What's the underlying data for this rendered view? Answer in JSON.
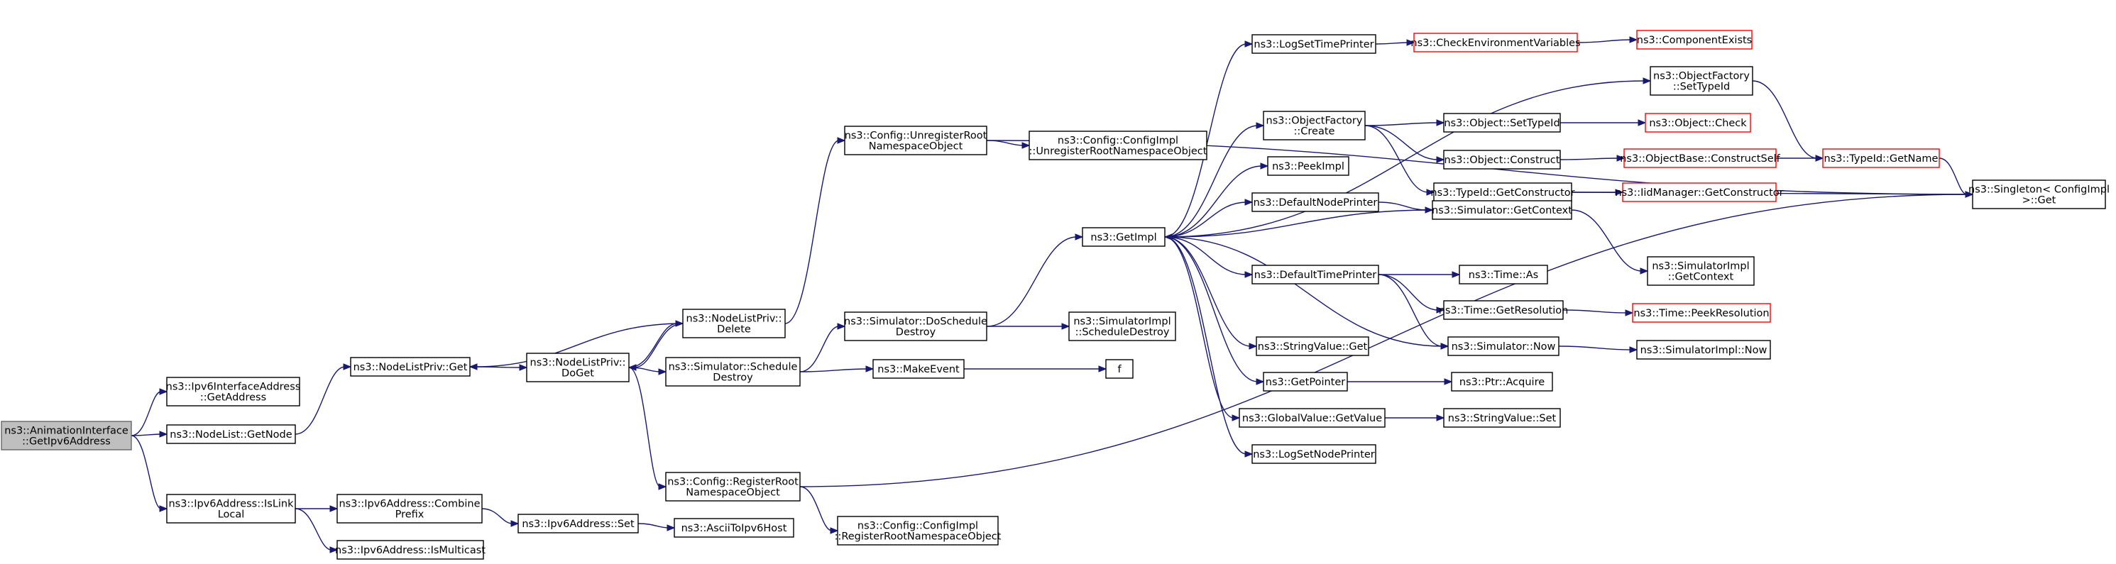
{
  "nodes": [
    {
      "id": "root",
      "lines": [
        "ns3::AnimationInterface",
        "::GetIpv6Address"
      ],
      "style": "root"
    },
    {
      "id": "ifaddr",
      "lines": [
        "ns3::Ipv6InterfaceAddress",
        "::GetAddress"
      ],
      "style": "normal"
    },
    {
      "id": "nlgetnode",
      "lines": [
        "ns3::NodeList::GetNode"
      ],
      "style": "normal"
    },
    {
      "id": "islinklocal",
      "lines": [
        "ns3::Ipv6Address::IsLink",
        "Local"
      ],
      "style": "normal"
    },
    {
      "id": "nlpget",
      "lines": [
        "ns3::NodeListPriv::Get"
      ],
      "style": "normal"
    },
    {
      "id": "nlpdoget",
      "lines": [
        "ns3::NodeListPriv::",
        "DoGet"
      ],
      "style": "normal"
    },
    {
      "id": "nlpdelete",
      "lines": [
        "ns3::NodeListPriv::",
        "Delete"
      ],
      "style": "normal"
    },
    {
      "id": "simschedule",
      "lines": [
        "ns3::Simulator::Schedule",
        "Destroy"
      ],
      "style": "normal"
    },
    {
      "id": "regroot",
      "lines": [
        "ns3::Config::RegisterRoot",
        "NamespaceObject"
      ],
      "style": "normal"
    },
    {
      "id": "combine",
      "lines": [
        "ns3::Ipv6Address::Combine",
        "Prefix"
      ],
      "style": "normal"
    },
    {
      "id": "ismulticast",
      "lines": [
        "ns3::Ipv6Address::IsMulticast"
      ],
      "style": "normal"
    },
    {
      "id": "ipv6set",
      "lines": [
        "ns3::Ipv6Address::Set"
      ],
      "style": "normal"
    },
    {
      "id": "ascii",
      "lines": [
        "ns3::AsciiToIpv6Host"
      ],
      "style": "normal"
    },
    {
      "id": "unregroot",
      "lines": [
        "ns3::Config::UnregisterRoot",
        "NamespaceObject"
      ],
      "style": "normal"
    },
    {
      "id": "simdosched",
      "lines": [
        "ns3::Simulator::DoSchedule",
        "Destroy"
      ],
      "style": "normal"
    },
    {
      "id": "makeevent",
      "lines": [
        "ns3::MakeEvent"
      ],
      "style": "normal"
    },
    {
      "id": "cfgimplunreg",
      "lines": [
        "ns3::Config::ConfigImpl",
        "::UnregisterRootNamespaceObject"
      ],
      "style": "normal"
    },
    {
      "id": "simimplsched",
      "lines": [
        "ns3::SimulatorImpl",
        "::ScheduleDestroy"
      ],
      "style": "normal"
    },
    {
      "id": "f",
      "lines": [
        "f"
      ],
      "style": "normal"
    },
    {
      "id": "cfgimplreg",
      "lines": [
        "ns3::Config::ConfigImpl",
        "::RegisterRootNamespaceObject"
      ],
      "style": "normal"
    },
    {
      "id": "getimpl",
      "lines": [
        "ns3::GetImpl"
      ],
      "style": "normal"
    },
    {
      "id": "logsettime",
      "lines": [
        "ns3::LogSetTimePrinter"
      ],
      "style": "normal"
    },
    {
      "id": "ofcreate",
      "lines": [
        "ns3::ObjectFactory",
        "::Create"
      ],
      "style": "normal"
    },
    {
      "id": "peekimpl",
      "lines": [
        "ns3::PeekImpl"
      ],
      "style": "normal"
    },
    {
      "id": "defnodeprinter",
      "lines": [
        "ns3::DefaultNodePrinter"
      ],
      "style": "normal"
    },
    {
      "id": "deftimeprinter",
      "lines": [
        "ns3::DefaultTimePrinter"
      ],
      "style": "normal"
    },
    {
      "id": "strvalget",
      "lines": [
        "ns3::StringValue::Get"
      ],
      "style": "normal"
    },
    {
      "id": "getpointer",
      "lines": [
        "ns3::GetPointer"
      ],
      "style": "normal"
    },
    {
      "id": "gvgetvalue",
      "lines": [
        "ns3::GlobalValue::GetValue"
      ],
      "style": "normal"
    },
    {
      "id": "logsetnode",
      "lines": [
        "ns3::LogSetNodePrinter"
      ],
      "style": "normal"
    },
    {
      "id": "checkenv",
      "lines": [
        "ns3::CheckEnvironmentVariables"
      ],
      "style": "ext"
    },
    {
      "id": "compexists",
      "lines": [
        "ns3::ComponentExists"
      ],
      "style": "ext"
    },
    {
      "id": "ofsettypeid",
      "lines": [
        "ns3::ObjectFactory",
        "::SetTypeId"
      ],
      "style": "normal"
    },
    {
      "id": "objsettypeid",
      "lines": [
        "ns3::Object::SetTypeId"
      ],
      "style": "normal"
    },
    {
      "id": "objcheck",
      "lines": [
        "ns3::Object::Check"
      ],
      "style": "ext"
    },
    {
      "id": "objconstruct",
      "lines": [
        "ns3::Object::Construct"
      ],
      "style": "normal"
    },
    {
      "id": "objbaseconstruct",
      "lines": [
        "ns3::ObjectBase::ConstructSelf"
      ],
      "style": "ext"
    },
    {
      "id": "typeidgetname",
      "lines": [
        "ns3::TypeId::GetName"
      ],
      "style": "ext"
    },
    {
      "id": "typeidgetctor",
      "lines": [
        "ns3::TypeId::GetConstructor"
      ],
      "style": "normal"
    },
    {
      "id": "iidmgr",
      "lines": [
        "ns3::IidManager::GetConstructor"
      ],
      "style": "ext"
    },
    {
      "id": "singleton",
      "lines": [
        "ns3::Singleton< ConfigImpl",
        " >::Get"
      ],
      "style": "normal"
    },
    {
      "id": "simgetctx",
      "lines": [
        "ns3::Simulator::GetContext"
      ],
      "style": "normal"
    },
    {
      "id": "simimplgetctx",
      "lines": [
        "ns3::SimulatorImpl",
        "::GetContext"
      ],
      "style": "normal"
    },
    {
      "id": "timeas",
      "lines": [
        "ns3::Time::As"
      ],
      "style": "normal"
    },
    {
      "id": "timegetres",
      "lines": [
        "ns3::Time::GetResolution"
      ],
      "style": "normal"
    },
    {
      "id": "timepeekres",
      "lines": [
        "ns3::Time::PeekResolution"
      ],
      "style": "ext"
    },
    {
      "id": "simnow",
      "lines": [
        "ns3::Simulator::Now"
      ],
      "style": "normal"
    },
    {
      "id": "simimplnow",
      "lines": [
        "ns3::SimulatorImpl::Now"
      ],
      "style": "normal"
    },
    {
      "id": "ptracquire",
      "lines": [
        "ns3::Ptr::Acquire"
      ],
      "style": "normal"
    },
    {
      "id": "strvalset",
      "lines": [
        "ns3::StringValue::Set"
      ],
      "style": "normal"
    }
  ],
  "edges": [
    [
      "root",
      "ifaddr"
    ],
    [
      "root",
      "nlgetnode"
    ],
    [
      "root",
      "islinklocal"
    ],
    [
      "nlgetnode",
      "nlpget"
    ],
    [
      "nlpget",
      "nlpdoget"
    ],
    [
      "nlpdoget",
      "nlpdelete"
    ],
    [
      "nlpdelete",
      "nlpget"
    ],
    [
      "nlpdelete",
      "nlpdoget"
    ],
    [
      "nlpdoget",
      "simschedule"
    ],
    [
      "nlpdoget",
      "regroot"
    ],
    [
      "nlpdelete",
      "unregroot"
    ],
    [
      "unregroot",
      "cfgimplunreg"
    ],
    [
      "unregroot",
      "singleton"
    ],
    [
      "simschedule",
      "simdosched"
    ],
    [
      "simschedule",
      "makeevent"
    ],
    [
      "simdosched",
      "simimplsched"
    ],
    [
      "simdosched",
      "getimpl"
    ],
    [
      "makeevent",
      "f"
    ],
    [
      "regroot",
      "cfgimplreg"
    ],
    [
      "regroot",
      "singleton"
    ],
    [
      "islinklocal",
      "combine"
    ],
    [
      "islinklocal",
      "ismulticast"
    ],
    [
      "combine",
      "ipv6set"
    ],
    [
      "ipv6set",
      "ascii"
    ],
    [
      "getimpl",
      "logsettime"
    ],
    [
      "getimpl",
      "ofcreate"
    ],
    [
      "getimpl",
      "peekimpl"
    ],
    [
      "getimpl",
      "defnodeprinter"
    ],
    [
      "getimpl",
      "deftimeprinter"
    ],
    [
      "getimpl",
      "strvalget"
    ],
    [
      "getimpl",
      "getpointer"
    ],
    [
      "getimpl",
      "gvgetvalue"
    ],
    [
      "getimpl",
      "logsetnode"
    ],
    [
      "getimpl",
      "ofsettypeid"
    ],
    [
      "getimpl",
      "simnow"
    ],
    [
      "simgetctx",
      "getimpl"
    ],
    [
      "logsettime",
      "checkenv"
    ],
    [
      "checkenv",
      "compexists"
    ],
    [
      "ofcreate",
      "objsettypeid"
    ],
    [
      "ofcreate",
      "objconstruct"
    ],
    [
      "ofcreate",
      "typeidgetctor"
    ],
    [
      "objsettypeid",
      "objcheck"
    ],
    [
      "objconstruct",
      "objbaseconstruct"
    ],
    [
      "objbaseconstruct",
      "typeidgetname"
    ],
    [
      "ofsettypeid",
      "typeidgetname"
    ],
    [
      "typeidgetname",
      "singleton"
    ],
    [
      "typeidgetctor",
      "iidmgr"
    ],
    [
      "typeidgetctor",
      "singleton"
    ],
    [
      "defnodeprinter",
      "simgetctx"
    ],
    [
      "simgetctx",
      "simimplgetctx"
    ],
    [
      "deftimeprinter",
      "timeas"
    ],
    [
      "deftimeprinter",
      "timegetres"
    ],
    [
      "deftimeprinter",
      "simnow"
    ],
    [
      "timegetres",
      "timepeekres"
    ],
    [
      "simnow",
      "simimplnow"
    ],
    [
      "getpointer",
      "ptracquire"
    ],
    [
      "gvgetvalue",
      "strvalset"
    ]
  ]
}
